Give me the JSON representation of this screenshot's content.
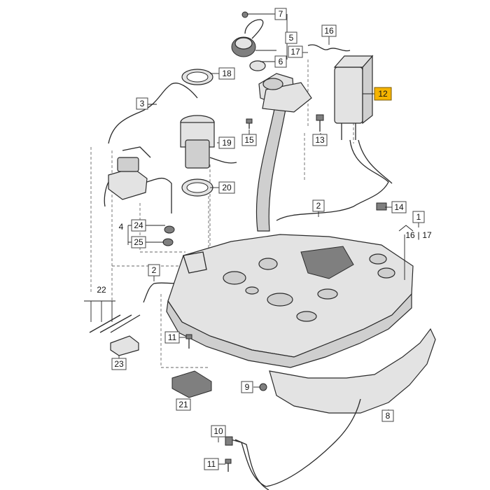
{
  "colors": {
    "highlight": "#f5b400",
    "background": "#ffffff",
    "line": "#2a2a2a"
  },
  "labels": {
    "c1": "1",
    "c2a": "2",
    "c2b": "2",
    "c3": "3",
    "c4": "4",
    "c5": "5",
    "c6": "6",
    "c7": "7",
    "c8": "8",
    "c9": "9",
    "c10": "10",
    "c11a": "11",
    "c11b": "11",
    "c12": "12",
    "c13": "13",
    "c14": "14",
    "c15": "15",
    "c16a": "16",
    "c16b": "16",
    "c17a": "17",
    "c17b": "17",
    "c18": "18",
    "c19": "19",
    "c20": "20",
    "c21": "21",
    "c22": "22",
    "c23": "23",
    "c24": "24",
    "c25": "25"
  }
}
